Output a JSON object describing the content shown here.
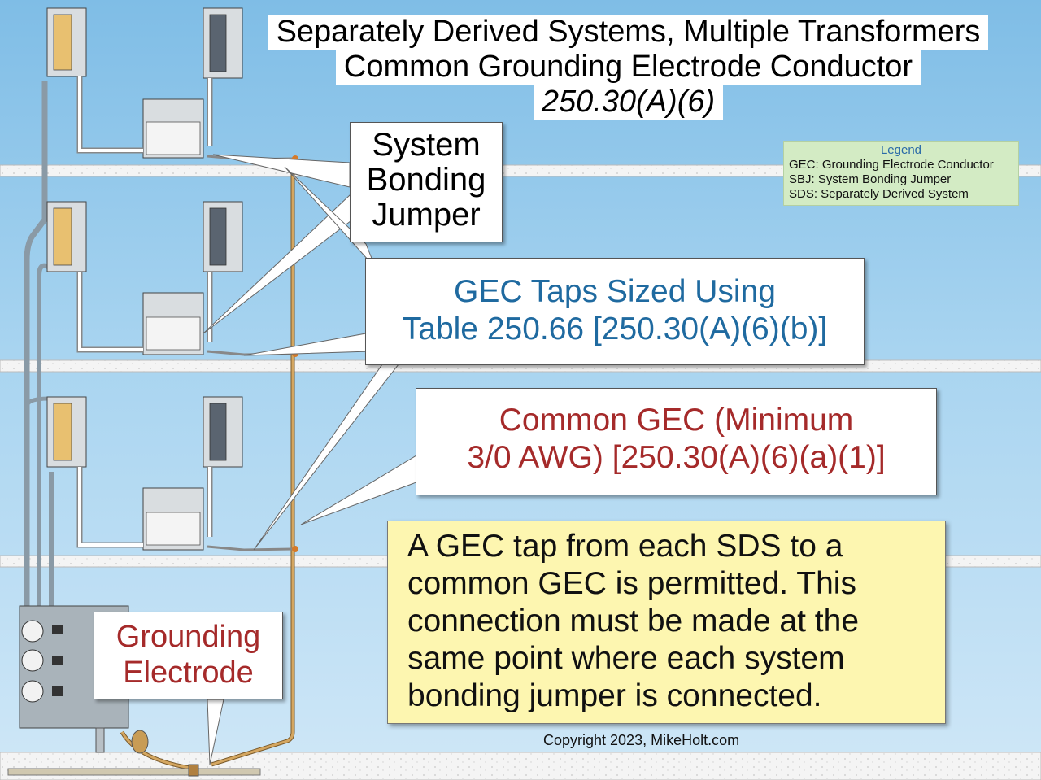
{
  "title": {
    "line1": "Separately Derived Systems, Multiple Transformers",
    "line2": "Common Grounding Electrode Conductor",
    "line3": "250.30(A)(6)"
  },
  "callouts": {
    "sbj": {
      "line1": "System",
      "line2": "Bonding",
      "line3": "Jumper"
    },
    "gec_taps": {
      "line1": "GEC Taps Sized Using",
      "line2": "Table 250.66 [250.30(A)(6)(b)]"
    },
    "common_gec": {
      "line1": "Common GEC (Minimum",
      "line2": "3/0 AWG) [250.30(A)(6)(a)(1)]"
    },
    "electrode": {
      "line1": "Grounding",
      "line2": "Electrode"
    }
  },
  "legend": {
    "title": "Legend",
    "items": [
      "GEC: Grounding Electrode Conductor",
      "SBJ: System Bonding Jumper",
      "SDS: Separately Derived System"
    ]
  },
  "note": {
    "lines": [
      "A GEC tap from each SDS to a",
      "common GEC is permitted. This",
      "connection must be made at the",
      "same point where each system",
      "bonding jumper is connected."
    ]
  },
  "copyright": "Copyright 2023, MikeHolt.com",
  "colors": {
    "sbj_text": "#000000",
    "gec_taps_text": "#1f6aa0",
    "common_gec_text": "#a52a2a",
    "electrode_text": "#a52a2a",
    "gec_wire": "#d4a660",
    "floor": "#f2f2f2"
  }
}
